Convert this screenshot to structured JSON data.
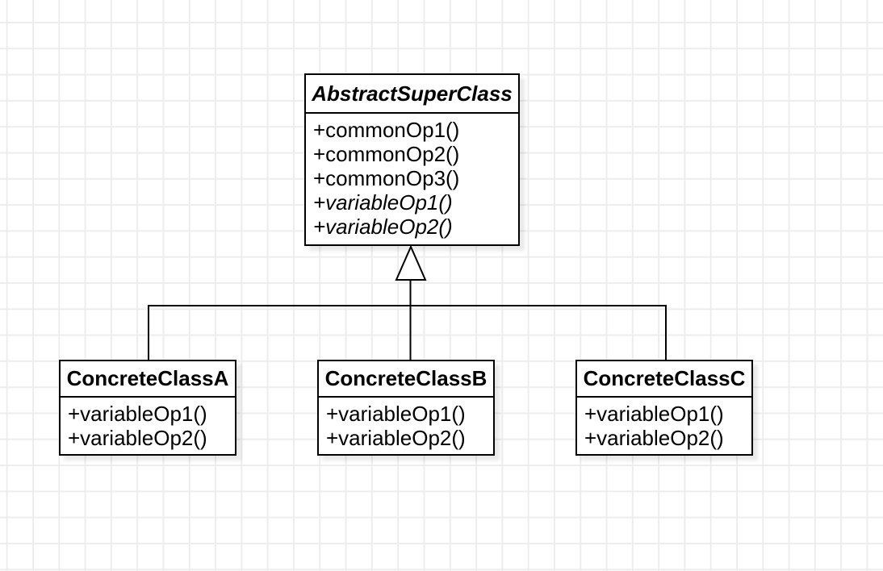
{
  "colors": {
    "stroke": "#000000",
    "node_fill": "#ffffff",
    "background": "#ffffff",
    "grid_line": "#ededed"
  },
  "classes": [
    {
      "name": "AbstractSuperClass",
      "abstract": true,
      "methods": [
        {
          "text": "+commonOp1()",
          "abstract": false
        },
        {
          "text": "+commonOp2()",
          "abstract": false
        },
        {
          "text": "+commonOp3()",
          "abstract": false
        },
        {
          "text": "+variableOp1()",
          "abstract": true
        },
        {
          "text": "+variableOp2()",
          "abstract": true
        }
      ]
    },
    {
      "name": "ConcreteClassA",
      "abstract": false,
      "methods": [
        {
          "text": "+variableOp1()",
          "abstract": false
        },
        {
          "text": "+variableOp2()",
          "abstract": false
        }
      ]
    },
    {
      "name": "ConcreteClassB",
      "abstract": false,
      "methods": [
        {
          "text": "+variableOp1()",
          "abstract": false
        },
        {
          "text": "+variableOp2()",
          "abstract": false
        }
      ]
    },
    {
      "name": "ConcreteClassC",
      "abstract": false,
      "methods": [
        {
          "text": "+variableOp1()",
          "abstract": false
        },
        {
          "text": "+variableOp2()",
          "abstract": false
        }
      ]
    }
  ],
  "relationships": [
    {
      "type": "generalization",
      "from": "ConcreteClassA",
      "to": "AbstractSuperClass"
    },
    {
      "type": "generalization",
      "from": "ConcreteClassB",
      "to": "AbstractSuperClass"
    },
    {
      "type": "generalization",
      "from": "ConcreteClassC",
      "to": "AbstractSuperClass"
    }
  ]
}
